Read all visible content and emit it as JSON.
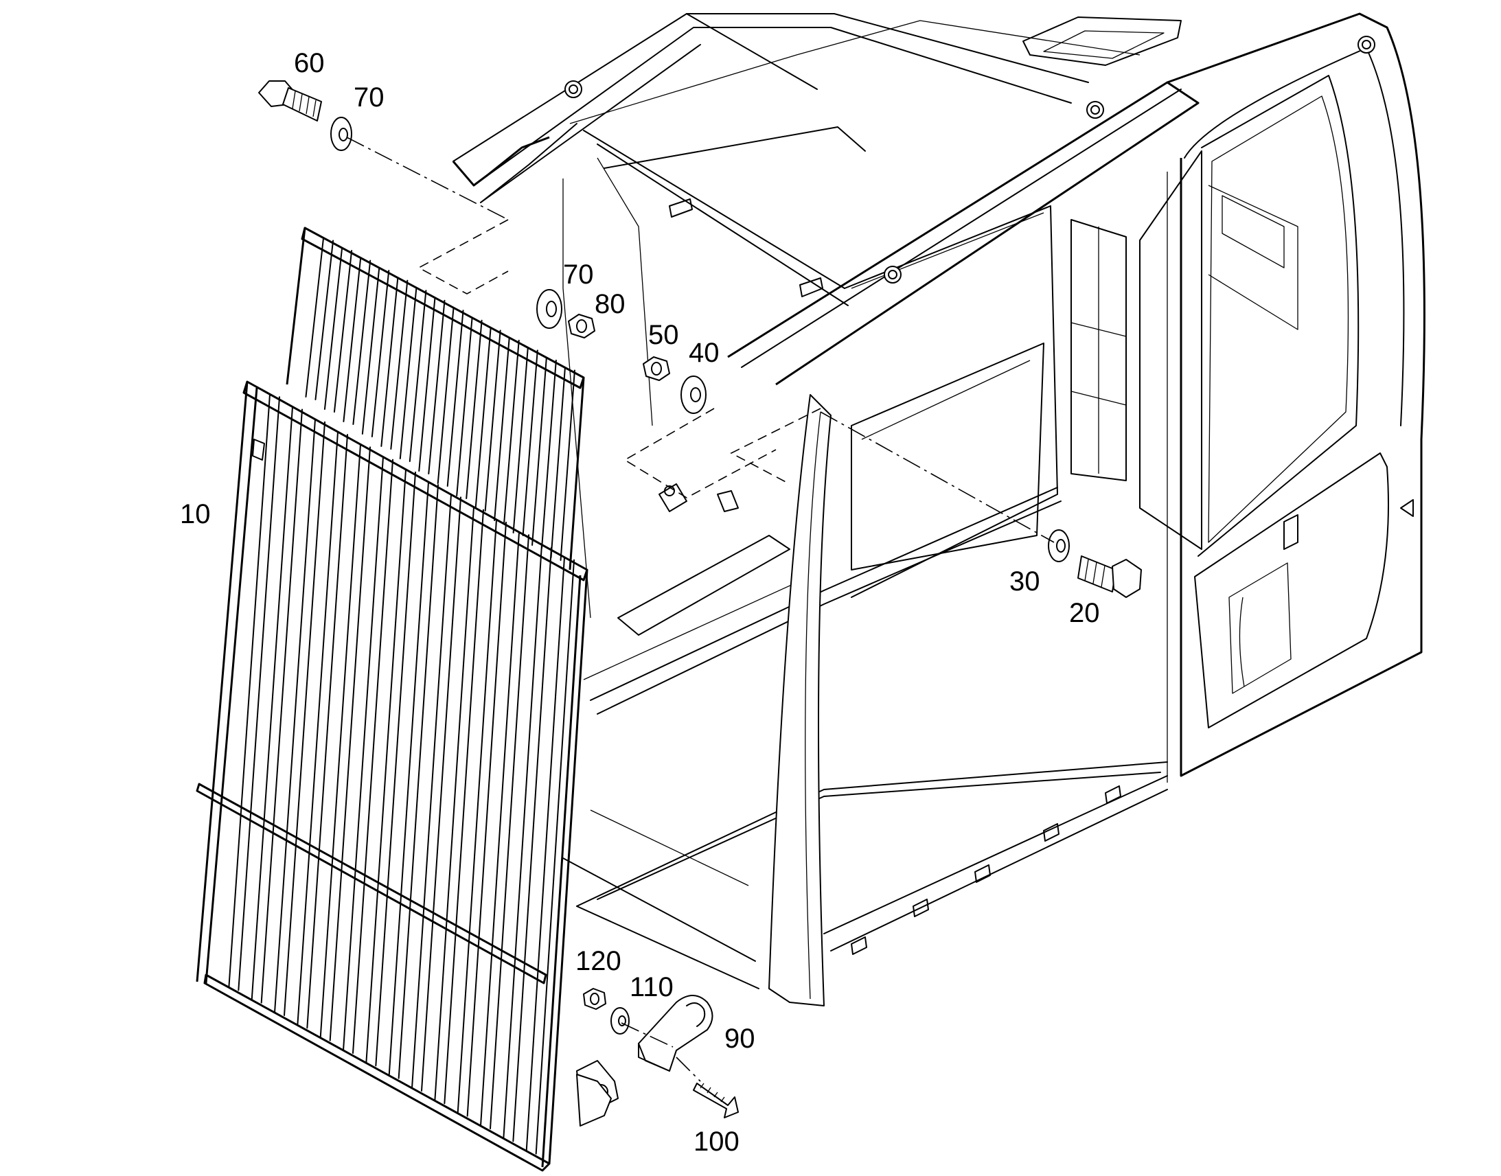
{
  "diagram": {
    "labels": [
      {
        "id": "p60",
        "text": "60"
      },
      {
        "id": "p70a",
        "text": "70"
      },
      {
        "id": "p70b",
        "text": "70"
      },
      {
        "id": "p80",
        "text": "80"
      },
      {
        "id": "p50",
        "text": "50"
      },
      {
        "id": "p40",
        "text": "40"
      },
      {
        "id": "p10",
        "text": "10"
      },
      {
        "id": "p30",
        "text": "30"
      },
      {
        "id": "p20",
        "text": "20"
      },
      {
        "id": "p120",
        "text": "120"
      },
      {
        "id": "p110",
        "text": "110"
      },
      {
        "id": "p90",
        "text": "90"
      },
      {
        "id": "p100",
        "text": "100"
      }
    ]
  }
}
